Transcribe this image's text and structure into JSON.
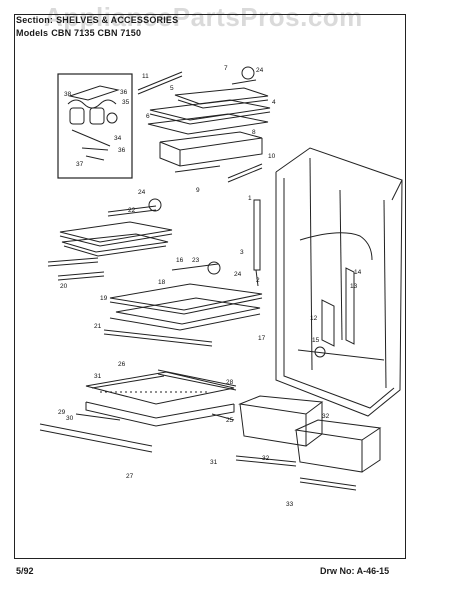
{
  "header": {
    "section_key": "Section:",
    "section_value": "SHELVES & ACCESSORIES",
    "model_key": "Models",
    "model_value": "CBN 7135 CBN 7150"
  },
  "watermark": "AppliancePartsPros.com",
  "footer": {
    "date": "5/92",
    "drawing_key": "Drw No:",
    "drawing_value": "A-46-15"
  },
  "callouts": [
    "1",
    "2",
    "3",
    "4",
    "5",
    "6",
    "7",
    "8",
    "9",
    "10",
    "11",
    "12",
    "13",
    "14",
    "15",
    "16",
    "17",
    "18",
    "19",
    "20",
    "21",
    "22",
    "23",
    "24",
    "25",
    "26",
    "27",
    "28",
    "29",
    "30",
    "31",
    "32",
    "33",
    "34",
    "35",
    "36",
    "37",
    "38"
  ]
}
